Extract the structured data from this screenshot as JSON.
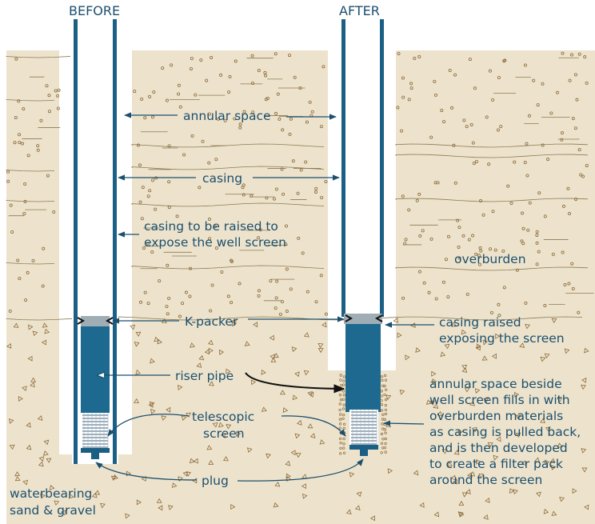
{
  "titles": {
    "before": "BEFORE",
    "after": "AFTER"
  },
  "labels": {
    "annular_space": "annular space",
    "casing": "casing",
    "casing_to_be_raised": [
      "casing to be raised to",
      "expose the well screen"
    ],
    "overburden": "overburden",
    "k_packer": "K-packer",
    "casing_raised": [
      "casing raised",
      "exposing the screen"
    ],
    "riser_pipe": "riser pipe",
    "annular_fill": [
      "annular space beside",
      "well screen fills in with",
      "overburden materials",
      "as casing is pulled back,",
      "and is then developed",
      "to create a filter pack",
      "around the screen"
    ],
    "telescopic_screen": [
      "telescopic",
      "screen"
    ],
    "plug": "plug",
    "waterbearing": [
      "waterbearing",
      "sand & gravel"
    ]
  },
  "colors": {
    "overburden": "#ede3cc",
    "casing": "#1c5f85",
    "riser": "#1d6990",
    "packer": "#9fadb5",
    "label": "#1c4f6e"
  }
}
